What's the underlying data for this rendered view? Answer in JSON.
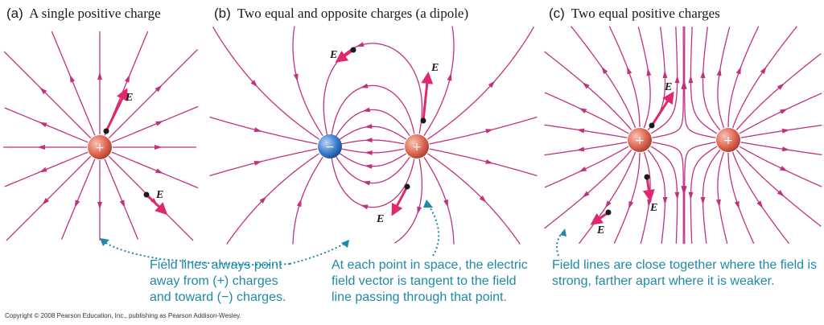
{
  "panels": [
    {
      "letter": "(a)",
      "title": "A single positive charge"
    },
    {
      "letter": "(b)",
      "title": "Two equal and opposite charges (a dipole)"
    },
    {
      "letter": "(c)",
      "title": "Two equal positive charges"
    }
  ],
  "charges": [
    {
      "id": "a-plus",
      "sign": "+"
    },
    {
      "id": "b-minus",
      "sign": "−"
    },
    {
      "id": "b-plus",
      "sign": "+"
    },
    {
      "id": "c-plus-left",
      "sign": "+"
    },
    {
      "id": "c-plus-right",
      "sign": "+"
    }
  ],
  "vector_label": "E",
  "captions": {
    "field_lines_point": [
      "Field lines always point",
      "away from (+) charges",
      "and toward (−) charges."
    ],
    "tangent": [
      "At each point in space, the electric",
      "field vector is tangent to the field",
      "line passing through that point."
    ],
    "density": [
      "Field lines are close together where the field is",
      "strong, farther apart where it is weaker."
    ]
  },
  "copyright": "Copyright © 2008 Pearson Education, Inc., publishing as Pearson Addison-Wesley.",
  "colors": {
    "field_line": "#c0317f",
    "vector": "#e0286e",
    "caption": "#1f8aa8",
    "positive_charge": "#e06a55",
    "negative_charge": "#3c7fd0"
  }
}
